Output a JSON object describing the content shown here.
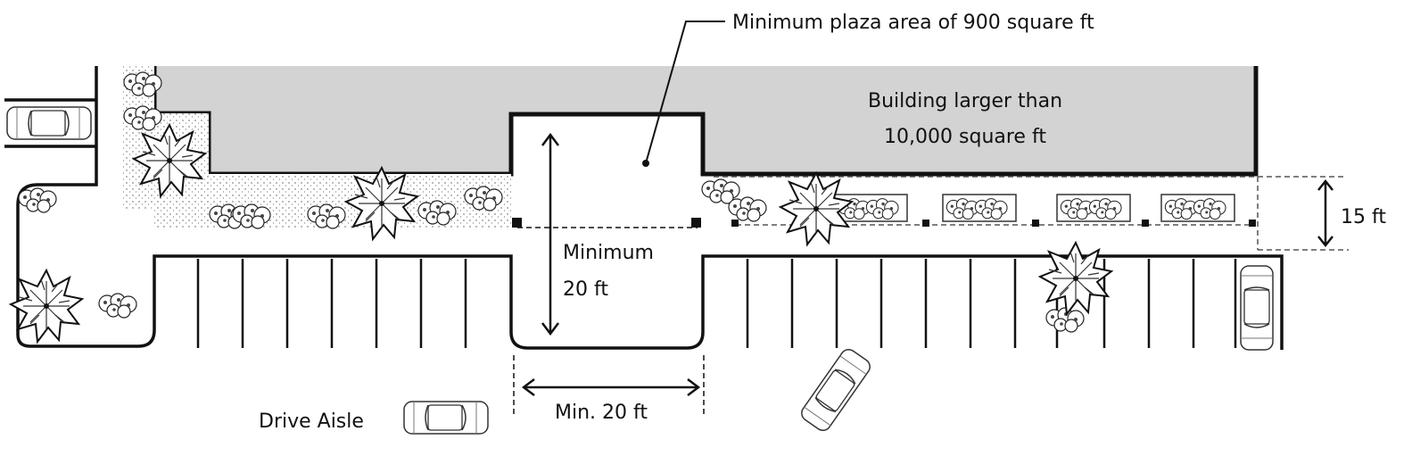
{
  "labels": {
    "plaza_area": "Minimum plaza area of 900 square ft",
    "building_line1": "Building larger than",
    "building_line2": "10,000 square ft",
    "depth_line1": "Minimum",
    "depth_line2": "20 ft",
    "width": "Min. 20 ft",
    "setback": "15 ft",
    "drive_aisle": "Drive Aisle"
  },
  "colors": {
    "building_fill": "#d3d3d3",
    "stroke": "#111111",
    "background": "#ffffff"
  },
  "icons": [
    "car-icon",
    "tree-icon",
    "shrub-icon",
    "planter-box-icon",
    "bollard-icon",
    "dimension-arrow-icon"
  ]
}
